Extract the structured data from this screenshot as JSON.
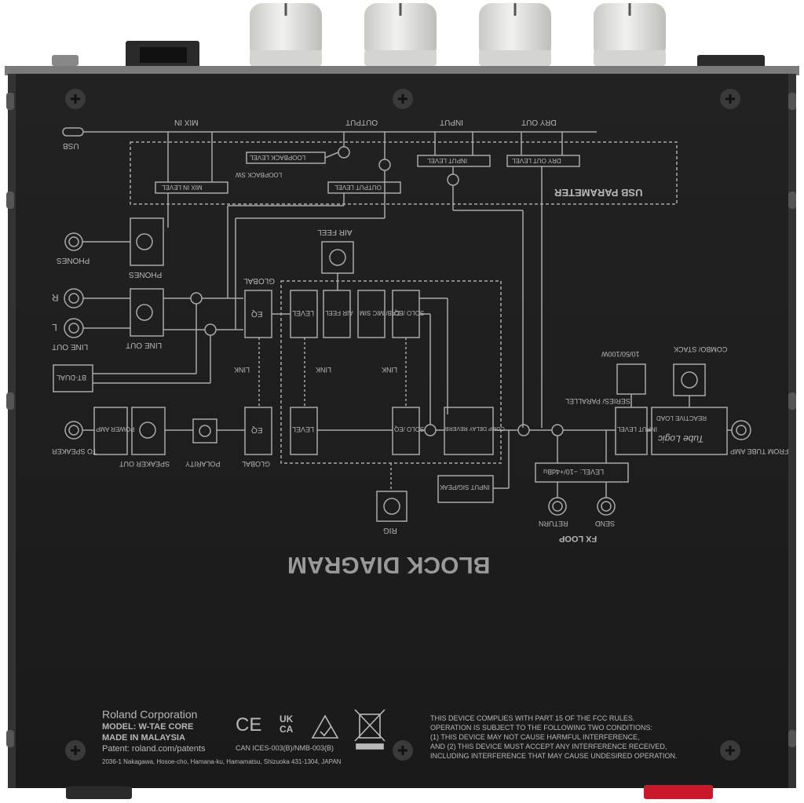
{
  "panel": {
    "title": "BLOCK DIAGRAM"
  },
  "diagram": {
    "usb": "USB",
    "mix_in": "MIX IN",
    "output": "OUTPUT",
    "input": "INPUT",
    "dry_out": "DRY OUT",
    "loopback_level": "LOOPBACK LEVEL",
    "loopback_sw": "LOOPBACK SW",
    "mix_in_level": "MIX IN LEVEL",
    "output_level": "OUTPUT LEVEL",
    "input_level": "INPUT LEVEL",
    "dry_out_level": "DRY OUT LEVEL",
    "usb_parameter": "USB PARAMETER",
    "air_feel_top": "AIR FEEL",
    "phones_jack": "PHONES",
    "phones_knob": "PHONES",
    "global_top": "GLOBAL",
    "r": "R",
    "l": "L",
    "line_out_jack": "LINE OUT",
    "line_out_knob": "LINE OUT",
    "eq_top": "EQ",
    "level_top": "LEVEL",
    "air_feel_block": "AIR FEEL",
    "cab_mic_sim": "CAB/ MIC SIM",
    "solo_eq_top": "SOLO /EQ",
    "link_1": "LINK",
    "link_2": "LINK",
    "link_3": "LINK",
    "bt_dual": "BT-DUAL",
    "to_speaker": "TO SPEAKER",
    "power_amp": "POWER AMP",
    "speaker_out": "SPEAKER OUT",
    "polarity": "POLARITY",
    "eq_bottom": "EQ",
    "global_bottom": "GLOBAL",
    "level_bottom": "LEVEL",
    "solo_eq_bottom": "SOLO /EQ",
    "comp_delay_reverb": "COMP DELAY REVERB",
    "input_sig_peak": "INPUT SIG/PEAK",
    "rig": "RIG",
    "combo_stack": "COMBO/ STACK",
    "watts": "10/50/100W",
    "series_parallel": "SERIES/ PARALLEL",
    "input_level_right": "INPUT LEVEL",
    "tube_logic": "Tube Logic",
    "reactive_load": "REACTIVE LOAD",
    "from_tube_amp": "FROM TUBE AMP",
    "fx_level": "LEVEL: −10/+4dBu",
    "return": "RETURN",
    "send": "SEND",
    "fx_loop": "FX LOOP"
  },
  "label_plate": {
    "company": "Roland Corporation",
    "model": "MODEL: W-TAE CORE",
    "made_in": "MADE IN MALAYSIA",
    "patent": "Patent: roland.com/patents",
    "address": "2036-1 Nakagawa, Hosoe-cho, Hamana-ku, Hamamatsu, Shizuoka 431-1304, JAPAN",
    "ce_mark": "CE",
    "ukca_mark": "UK CA",
    "can_ices": "CAN ICES-003(B)/NMB-003(B)",
    "fcc_text": [
      "THIS DEVICE COMPLIES WITH PART 15 OF THE FCC RULES.",
      "OPERATION IS SUBJECT TO THE FOLLOWING TWO CONDITIONS:",
      "(1) THIS DEVICE MAY NOT CAUSE HARMFUL INTERFERENCE,",
      "AND (2) THIS DEVICE MUST ACCEPT ANY INTERFERENCE RECEIVED,",
      "INCLUDING INTERFERENCE THAT MAY CAUSE UNDESIRED OPERATION."
    ]
  },
  "colors": {
    "chassis": "#1e1e1e",
    "print": "#b9b9b9",
    "knob": "#e6e6e4",
    "foot_red": "#c8182a"
  }
}
